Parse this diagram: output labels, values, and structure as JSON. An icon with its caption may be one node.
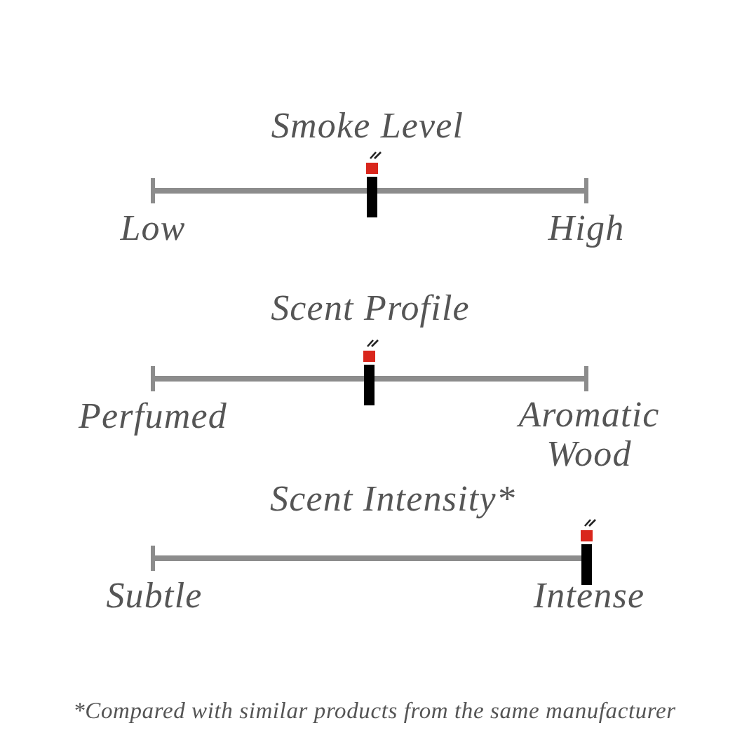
{
  "diagram": {
    "caption": "*Compared with similar products from the same manufacturer",
    "labels": [
      "Smoke Level",
      "Low",
      "High",
      "Scent Profile",
      "Perfumed",
      "Aromatic Wood",
      "Scent Intensity*",
      "Subtle",
      "Intense"
    ]
  }
}
